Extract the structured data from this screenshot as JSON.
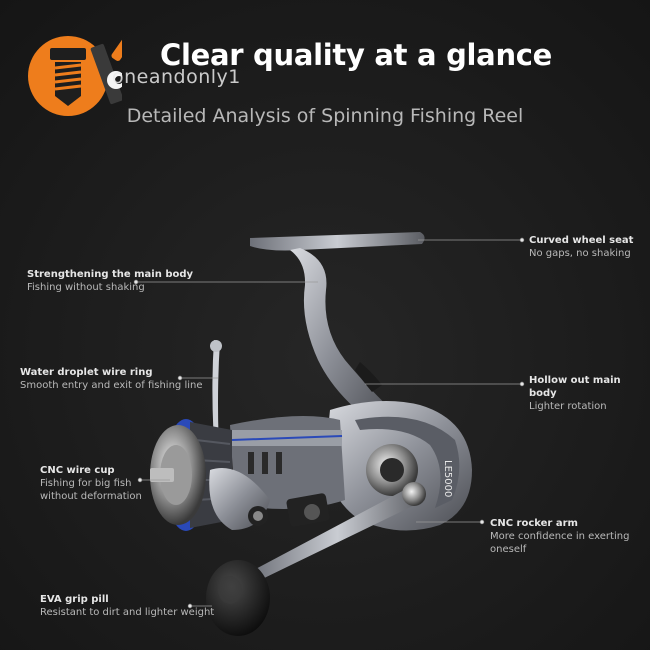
{
  "header": {
    "headline": "Clear quality at a glance",
    "watermark": "oneandonly1",
    "subtitle": "Detailed Analysis of Spinning Fishing Reel"
  },
  "reel": {
    "model_text": "LE5000"
  },
  "callouts": [
    {
      "title": "Curved wheel seat",
      "desc": "No gaps, no shaking"
    },
    {
      "title": "Strengthening the main body",
      "desc": "Fishing without shaking"
    },
    {
      "title": "Water droplet wire ring",
      "desc": "Smooth entry and exit of fishing line"
    },
    {
      "title": "Hollow out main body",
      "desc": "Lighter rotation"
    },
    {
      "title": "CNC wire cup",
      "desc1": "Fishing for big fish",
      "desc2": "without deformation"
    },
    {
      "title": "CNC rocker arm",
      "desc": "More confidence in exerting oneself"
    },
    {
      "title": "EVA grip pill",
      "desc": "Resistant to dirt and lighter weight"
    }
  ],
  "colors": {
    "background": "#1b1b1b",
    "logo_orange": "#ee7d1c",
    "spool_blue": "#2a49b8"
  },
  "icons": [
    "screw-wrench-logo-icon"
  ]
}
